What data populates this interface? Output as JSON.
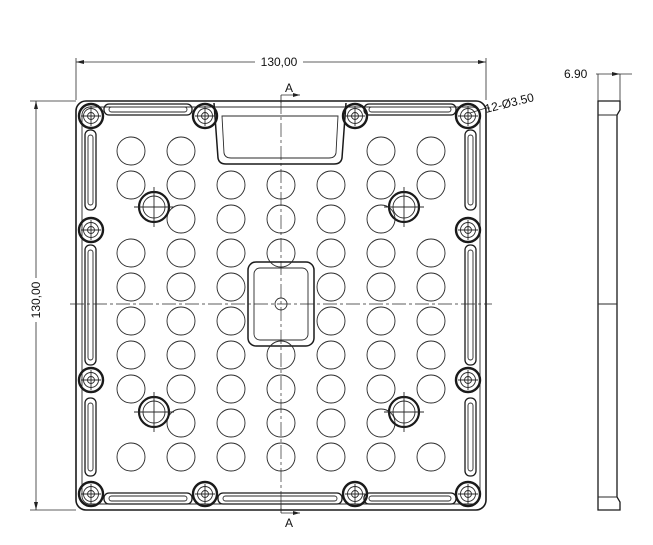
{
  "drawing": {
    "width_label": "130,00",
    "height_label": "130,00",
    "hole_callout": "12-Ø3.50",
    "thickness_label": "6.90",
    "section_top_label": "A",
    "section_bottom_label": "A"
  }
}
